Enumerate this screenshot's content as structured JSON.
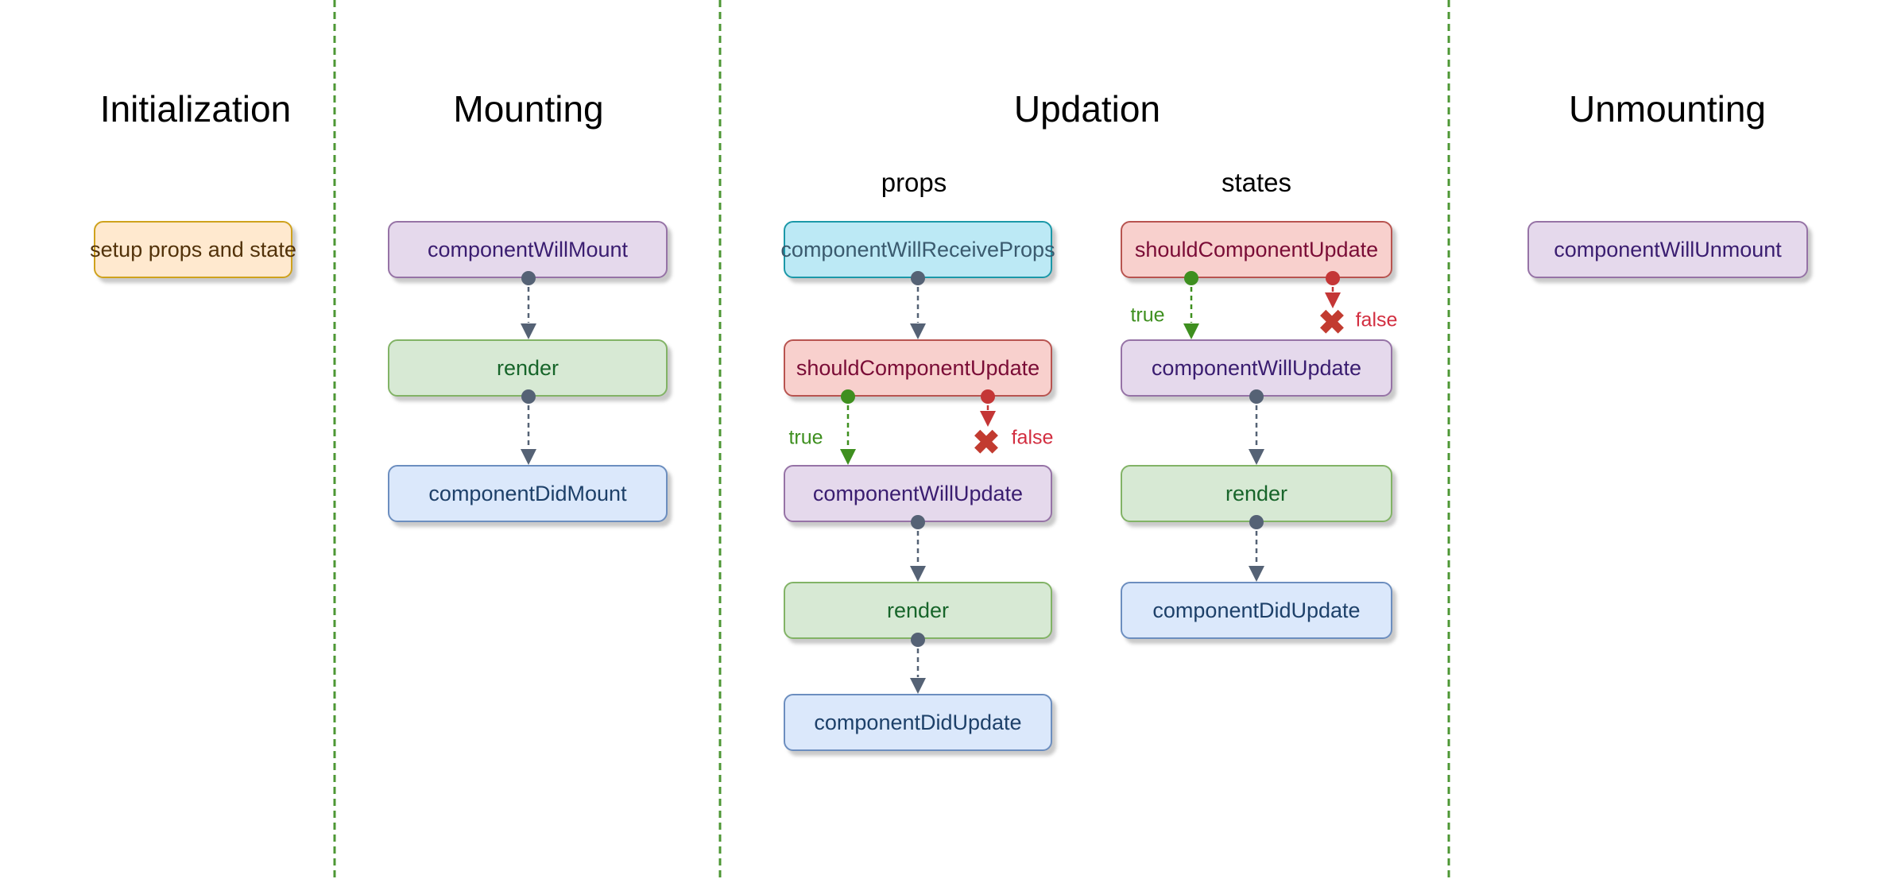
{
  "diagram": "component-lifecycle-flowchart",
  "sections": [
    {
      "title": "Initialization",
      "nodes": [
        {
          "label": "setup props and state",
          "style": "orange"
        }
      ]
    },
    {
      "title": "Mounting",
      "nodes": [
        {
          "label": "componentWillMount",
          "style": "purple"
        },
        {
          "label": "render",
          "style": "green"
        },
        {
          "label": "componentDidMount",
          "style": "blue"
        }
      ]
    },
    {
      "title": "Updation",
      "subsections": [
        {
          "title": "props",
          "nodes": [
            {
              "label": "componentWillReceiveProps",
              "style": "cyan"
            },
            {
              "label": "shouldComponentUpdate",
              "style": "red"
            },
            {
              "label": "componentWillUpdate",
              "style": "purple"
            },
            {
              "label": "render",
              "style": "green"
            },
            {
              "label": "componentDidUpdate",
              "style": "blue"
            }
          ]
        },
        {
          "title": "states",
          "nodes": [
            {
              "label": "shouldComponentUpdate",
              "style": "red"
            },
            {
              "label": "componentWillUpdate",
              "style": "purple"
            },
            {
              "label": "render",
              "style": "green"
            },
            {
              "label": "componentDidUpdate",
              "style": "blue"
            }
          ]
        }
      ]
    },
    {
      "title": "Unmounting",
      "nodes": [
        {
          "label": "componentWillUnmount",
          "style": "purple"
        }
      ]
    }
  ],
  "branch_labels": {
    "true": "true",
    "false": "false"
  },
  "icons": {
    "reject-x-icon": "✖"
  },
  "edges": [
    {
      "section": "mounting",
      "from": "componentWillMount",
      "to": "render"
    },
    {
      "section": "mounting",
      "from": "render",
      "to": "componentDidMount"
    },
    {
      "section": "updation-props",
      "from": "componentWillReceiveProps",
      "to": "shouldComponentUpdate"
    },
    {
      "section": "updation-props",
      "from": "shouldComponentUpdate",
      "to": "componentWillUpdate",
      "label": "true"
    },
    {
      "section": "updation-props",
      "from": "shouldComponentUpdate",
      "to": "rejected",
      "label": "false"
    },
    {
      "section": "updation-props",
      "from": "componentWillUpdate",
      "to": "render"
    },
    {
      "section": "updation-props",
      "from": "render",
      "to": "componentDidUpdate"
    },
    {
      "section": "updation-states",
      "from": "shouldComponentUpdate",
      "to": "componentWillUpdate",
      "label": "true"
    },
    {
      "section": "updation-states",
      "from": "shouldComponentUpdate",
      "to": "rejected",
      "label": "false"
    },
    {
      "section": "updation-states",
      "from": "componentWillUpdate",
      "to": "render"
    },
    {
      "section": "updation-states",
      "from": "render",
      "to": "componentDidUpdate"
    }
  ],
  "colors": {
    "background": "#ffffff",
    "separator_green": "#4d9734",
    "arrow_slate": "#556275",
    "arrow_true_green": "#3e8f1f",
    "arrow_false_red": "#c43636",
    "false_text_red": "#d22e40",
    "orange_fill": "#ffe9cf",
    "orange_stroke": "#cfa21d",
    "purple_fill": "#e5d9ec",
    "purple_stroke": "#9673a6",
    "green_fill": "#d7e9d4",
    "green_stroke": "#82b366",
    "blue_fill": "#dbe8fb",
    "blue_stroke": "#6c8ebf",
    "cyan_fill": "#bce9f5",
    "cyan_stroke": "#1b98a8",
    "red_fill": "#f8d0cd",
    "red_stroke": "#b85450"
  }
}
